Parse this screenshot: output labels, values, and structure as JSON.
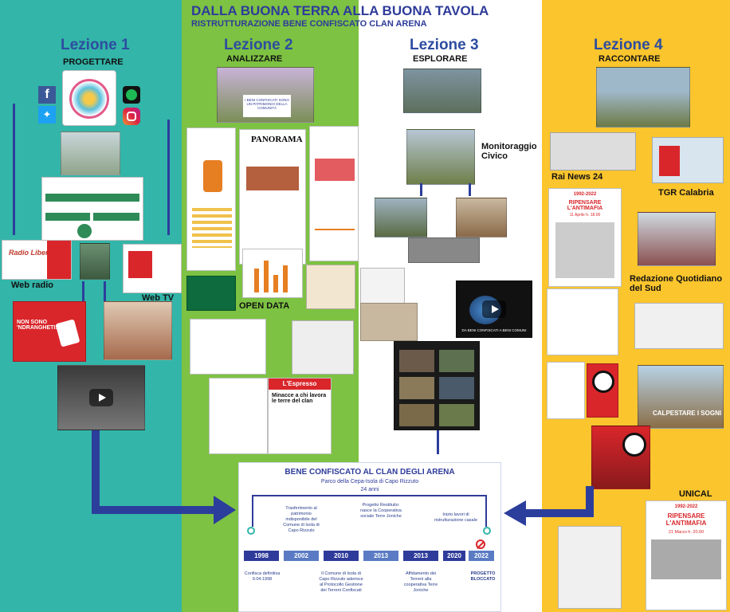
{
  "header": {
    "title_part1": "DALLA BUONA TERRA ",
    "title_part2": "ALLA BUONA TAVOLA",
    "subtitle": "RISTRUTTURAZIONE BENE CONFISCATO CLAN ARENA"
  },
  "lessons": [
    {
      "title": "Lezione 1",
      "subtitle": "PROGETTARE"
    },
    {
      "title": "Lezione 2",
      "subtitle": "ANALIZZARE"
    },
    {
      "title": "Lezione 3",
      "subtitle": "ESPLORARE"
    },
    {
      "title": "Lezione 4",
      "subtitle": "RACCONTARE"
    }
  ],
  "col1": {
    "web_radio": "Web radio",
    "web_tv": "Web TV",
    "poster_text": "NON SONO 'NDRANGHETISTA"
  },
  "col2": {
    "open_data": "OPEN DATA",
    "panorama": "PANORAMA",
    "card_title": "I BENI CONFISCATI SONO UN PATRIMONIO DELLA COMUNITÀ",
    "espresso": "L'Espresso",
    "espresso_headline": "Minacce a chi lavora le terre del clan"
  },
  "col3": {
    "monitoraggio": "Monitoraggio Civico",
    "video_caption": "DA BENI CONFISCATI A BENI COMUNI"
  },
  "col4": {
    "rai": "Rai News 24",
    "tgr": "TGR Calabria",
    "redazione": "Redazione Quotidiano del Sud",
    "unical": "UNICAL",
    "antimafia1": "RIPENSARE L'ANTIMAFIA",
    "antimafia_date1": "11 Aprile h. 18.00",
    "antimafia2": "RIPENSARE L'ANTIMAFIA",
    "antimafia_date2": "21 Marzo h. 20.00",
    "years": "1992-2022",
    "calpestare": "CALPESTARE I SOGNI"
  },
  "timeline": {
    "title": "BENE CONFISCATO AL CLAN DEGLI ARENA",
    "subtitle": "Parco della Cepa-Isola di Capo Rizzuto",
    "span": "24 anni",
    "years": [
      "1998",
      "2002",
      "2010",
      "2013",
      "2013",
      "2020",
      "2022"
    ],
    "above": [
      "Trasferimento al patrimonio indisponibile del Comune di Isola di Capo Rizzuto",
      "Progetto Restituito: nasce la Cooperativa sociale Terre Joniche",
      "Inizio lavori di ristrutturazione casale"
    ],
    "below": [
      "Confisca definitiva 9.04.1998",
      "Il Comune di Isola di Capo Rizzuto aderisce al Protocollo Gestione dei Terreni Confiscati",
      "Affidamento dei Terreni alla cooperativa Terre Joniche",
      "PROGETTO BLOCCATO"
    ]
  },
  "colors": {
    "teal": "#33b5a9",
    "green": "#7dc242",
    "yellow": "#fbc52d",
    "navy": "#2e3b9a",
    "red": "#d9262b"
  }
}
